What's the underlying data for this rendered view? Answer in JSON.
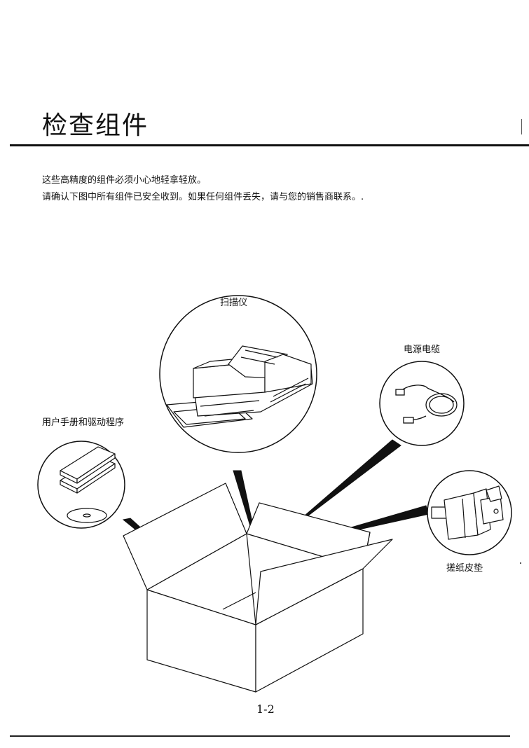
{
  "header": {
    "title": "检查组件"
  },
  "intro": {
    "line1": "这些高精度的组件必须小心地轻拿轻放。",
    "line2": "请确认下图中所有组件已安全收到。如果任何组件丢失，请与您的销售商联系。."
  },
  "figure": {
    "labels": {
      "scanner": "扫描仪",
      "power_cable": "电源电缆",
      "manual_driver": "用户手册和驱动程序",
      "paper_pad": "搓纸皮垫"
    }
  },
  "footer": {
    "page_number": "1-2"
  }
}
